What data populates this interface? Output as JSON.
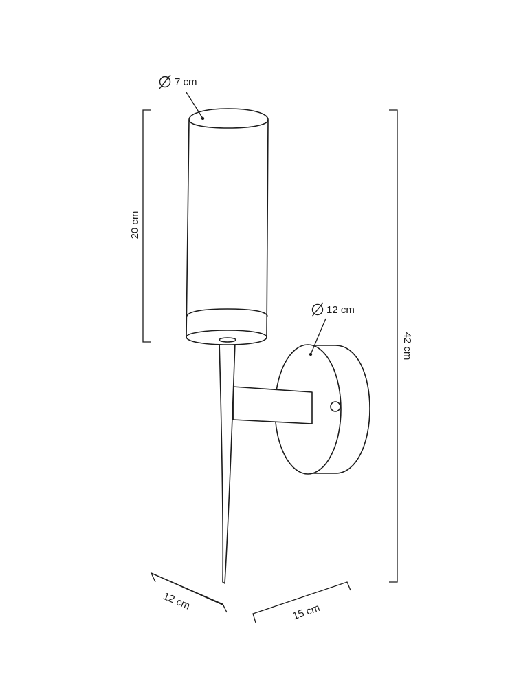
{
  "dimensions": {
    "shade_diameter": "7 cm",
    "base_diameter": "12 cm",
    "shade_height": "20 cm",
    "total_height": "42 cm",
    "depth": "12 cm",
    "width": "15 cm"
  },
  "colors": {
    "line": "#1c1c1c",
    "background": "#ffffff"
  },
  "icons": {
    "diameter_symbol": "diameter-icon"
  }
}
